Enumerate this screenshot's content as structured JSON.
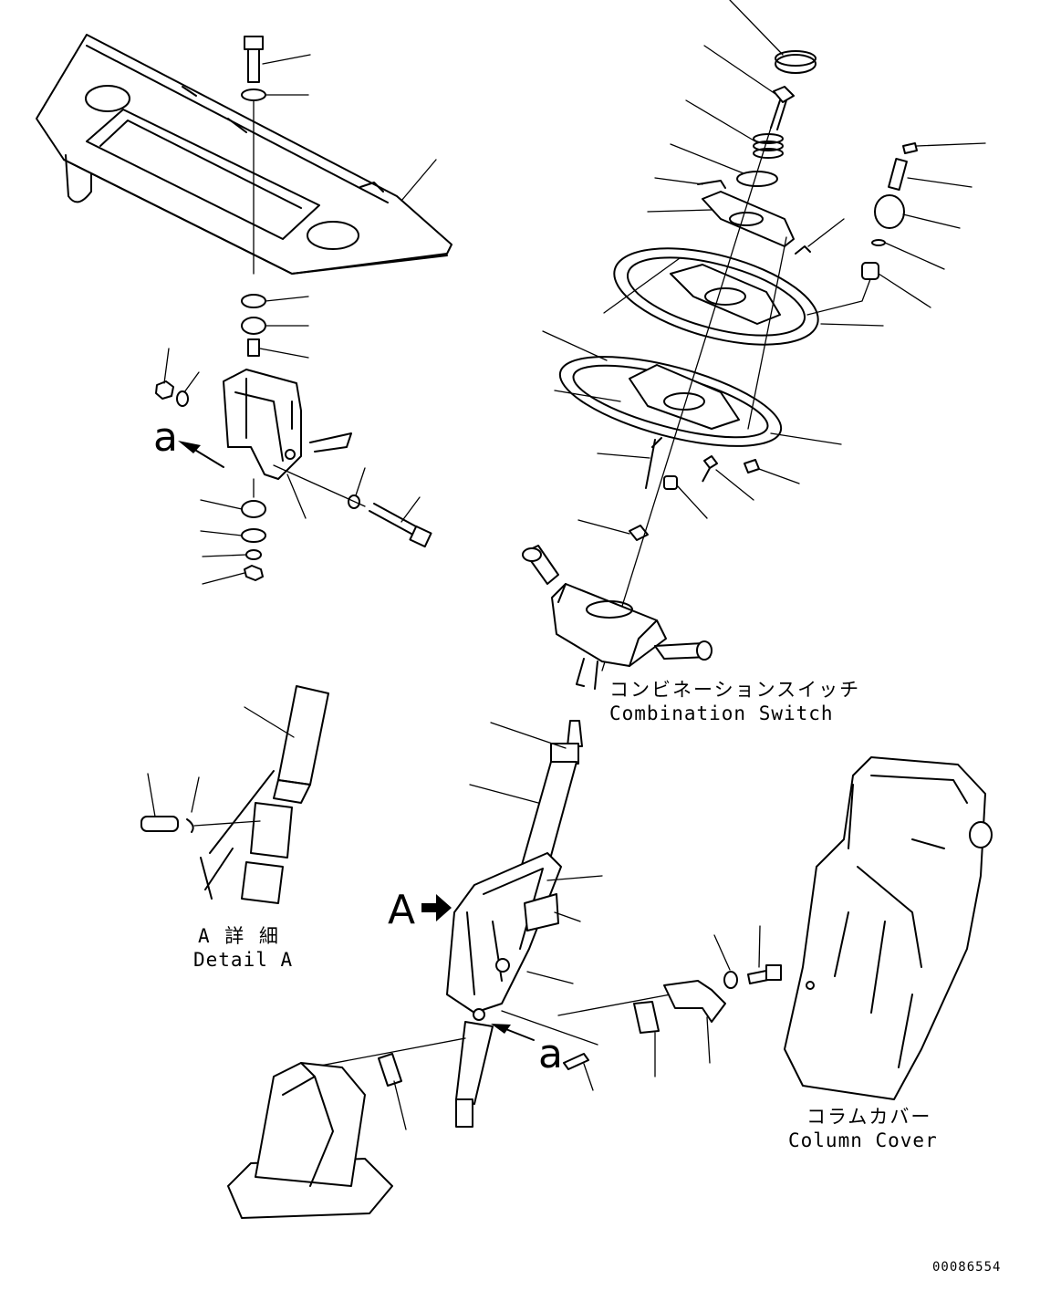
{
  "callouts": {
    "combination_switch_jp": "コンビネーションスイッチ",
    "combination_switch_en": "Combination Switch",
    "column_cover_jp": "コラムカバー",
    "column_cover_en": "Column Cover",
    "detail_a_jp": "A 詳 細",
    "detail_a_en": "Detail A",
    "view_a": "A",
    "arrow_a_upper": "a",
    "arrow_a_lower": "a"
  },
  "drawing_number": "00086554"
}
